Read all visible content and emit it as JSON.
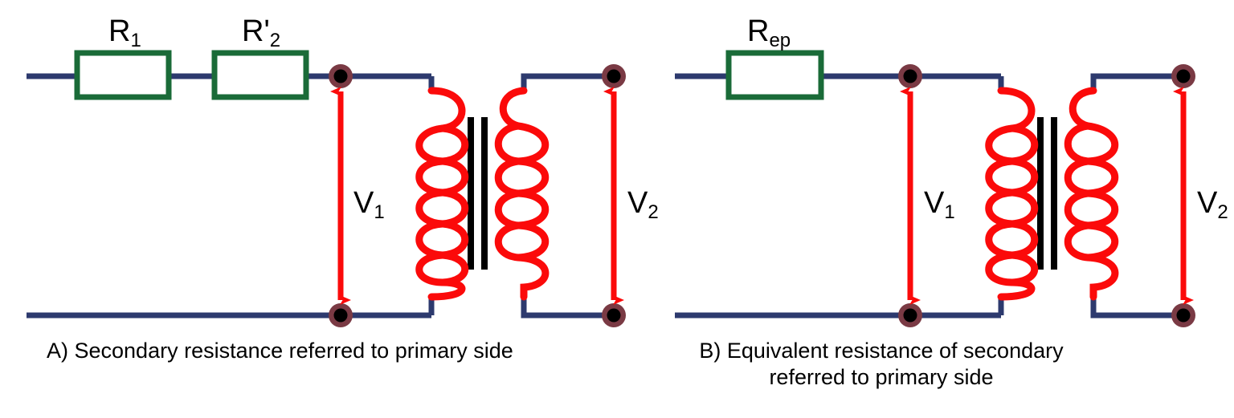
{
  "figure": {
    "type": "transformer-equivalent-circuit-diagram",
    "background_color": "#ffffff"
  },
  "colors": {
    "wire_navy": "#2d3a6e",
    "resistor_green": "#1a6b38",
    "coil_red": "#fb0a0a",
    "arrow_red": "#fb0a0a",
    "core_black": "#000000",
    "terminal_ring": "#7a3a44",
    "terminal_center": "#000000",
    "text_black": "#000000"
  },
  "panels": [
    {
      "id": "panel-a",
      "caption": "A)  Secondary resistance referred to primary side",
      "resistors": [
        {
          "name": "R1",
          "label_main": "R",
          "label_sub": "1"
        },
        {
          "name": "R2-prime",
          "label_main": "R'",
          "label_sub": "2"
        }
      ],
      "voltages": [
        {
          "name": "V1",
          "label_main": "V",
          "label_sub": "1"
        },
        {
          "name": "V2",
          "label_main": "V",
          "label_sub": "2"
        }
      ],
      "transformer": {
        "primary_turns": 6,
        "secondary_turns": 5,
        "core_bars": 2
      },
      "terminals": 4
    },
    {
      "id": "panel-b",
      "caption": "B) Equivalent resistance of secondary\nreferred to primary side",
      "resistors": [
        {
          "name": "Rep",
          "label_main": "R",
          "label_sub": "ep"
        }
      ],
      "voltages": [
        {
          "name": "V1",
          "label_main": "V",
          "label_sub": "1"
        },
        {
          "name": "V2",
          "label_main": "V",
          "label_sub": "2"
        }
      ],
      "transformer": {
        "primary_turns": 6,
        "secondary_turns": 5,
        "core_bars": 2
      },
      "terminals": 4
    }
  ],
  "labels": {
    "a_r1_main": "R",
    "a_r1_sub": "1",
    "a_r2_main": "R'",
    "a_r2_sub": "2",
    "a_v1_main": "V",
    "a_v1_sub": "1",
    "a_v2_main": "V",
    "a_v2_sub": "2",
    "b_rep_main": "R",
    "b_rep_sub": "ep",
    "b_v1_main": "V",
    "b_v1_sub": "1",
    "b_v2_main": "V",
    "b_v2_sub": "2",
    "caption_a": "A)  Secondary resistance referred to primary side",
    "caption_b": "B) Equivalent resistance of secondary\nreferred to primary side"
  }
}
